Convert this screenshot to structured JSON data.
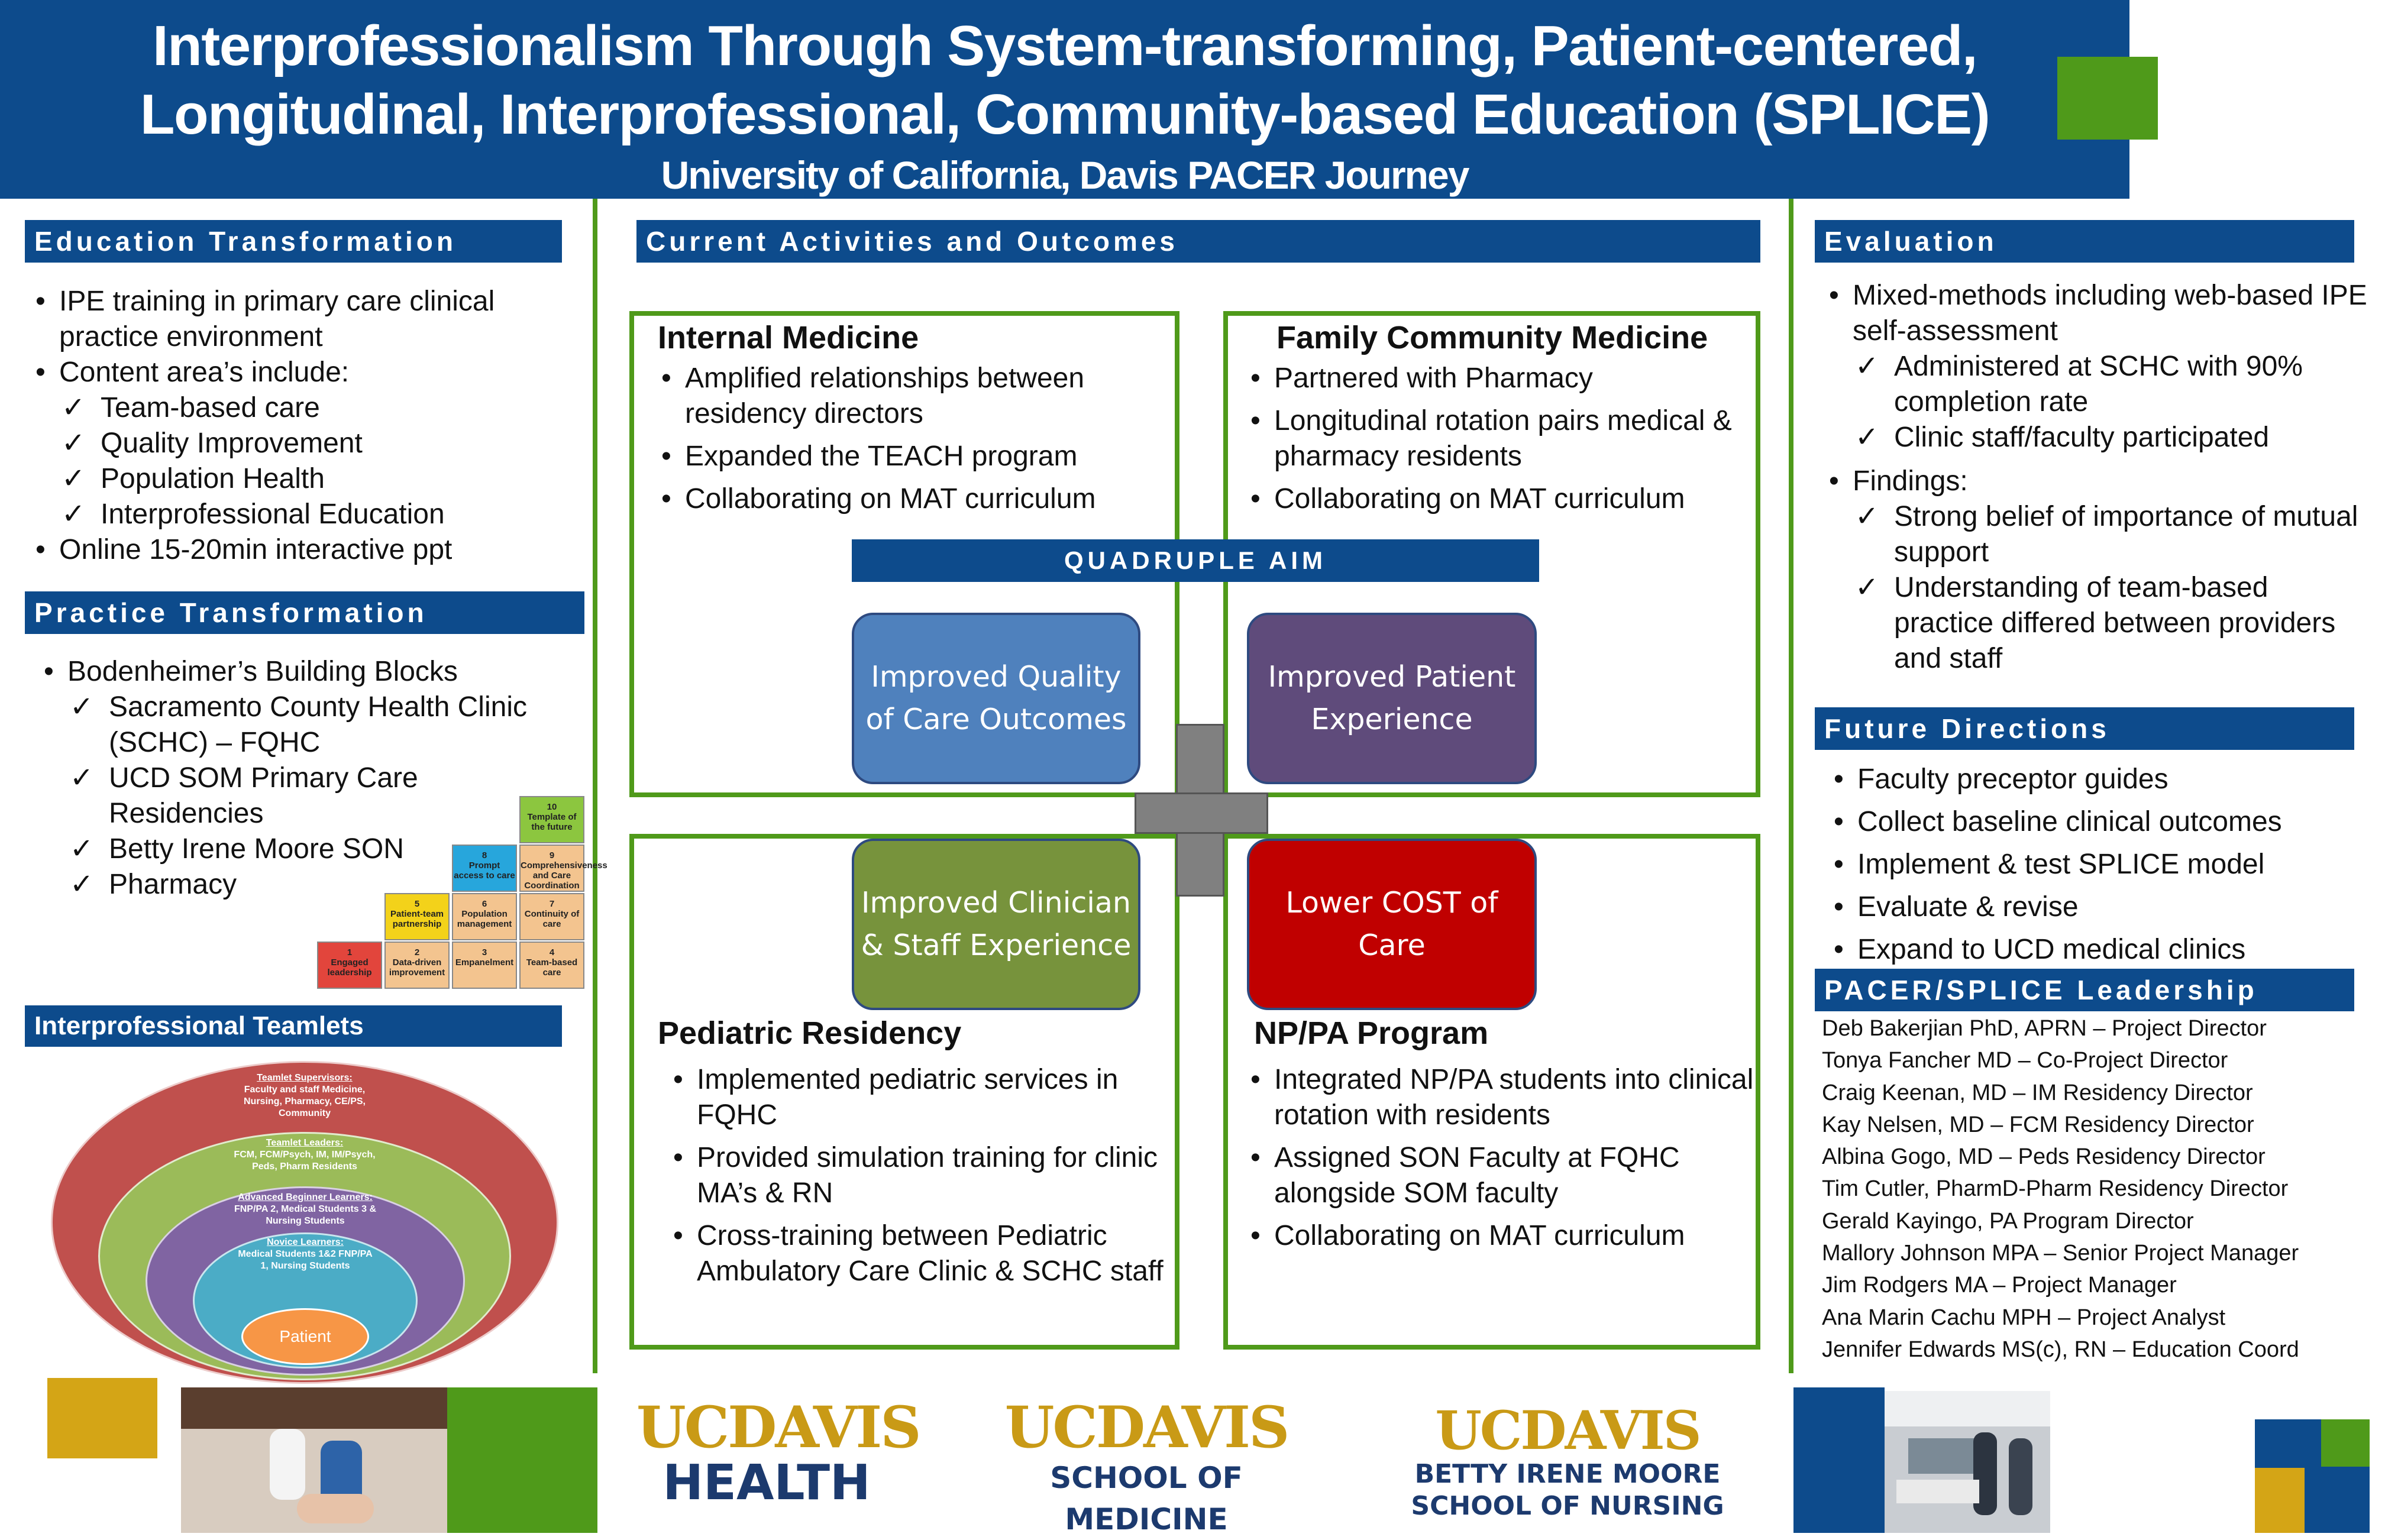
{
  "title": {
    "line1": "Interprofessionalism Through System-transforming, Patient-centered,",
    "line2": "Longitudinal, Interprofessional, Community-based Education (SPLICE)",
    "subtitle": "University of California, Davis PACER Journey"
  },
  "left": {
    "education": {
      "heading": "Education Transformation",
      "items": [
        {
          "type": "bullet",
          "text": "IPE training in primary care clinical practice environment"
        },
        {
          "type": "bullet",
          "text": "Content area’s include:"
        },
        {
          "type": "check",
          "text": "Team-based care"
        },
        {
          "type": "check",
          "text": "Quality Improvement"
        },
        {
          "type": "check",
          "text": "Population Health"
        },
        {
          "type": "check",
          "text": "Interprofessional Education"
        },
        {
          "type": "bullet",
          "text": "Online 15-20min interactive ppt"
        }
      ]
    },
    "practice": {
      "heading": "Practice Transformation",
      "items": [
        {
          "type": "bullet",
          "text": "Bodenheimer’s Building Blocks"
        },
        {
          "type": "check",
          "text": "Sacramento County Health Clinic (SCHC) – FQHC"
        },
        {
          "type": "check",
          "text": "UCD SOM Primary Care Residencies"
        },
        {
          "type": "check",
          "text": "Betty Irene Moore SON"
        },
        {
          "type": "check",
          "text": "Pharmacy"
        }
      ],
      "blocks": [
        {
          "num": "1",
          "label": "Engaged leadership",
          "color": "#e2453c"
        },
        {
          "num": "2",
          "label": "Data-driven improvement",
          "color": "#f3c48f"
        },
        {
          "num": "3",
          "label": "Empanelment",
          "color": "#f3c48f"
        },
        {
          "num": "4",
          "label": "Team-based care",
          "color": "#f3c48f"
        },
        {
          "num": "5",
          "label": "Patient-team partnership",
          "color": "#f3d21a"
        },
        {
          "num": "6",
          "label": "Population management",
          "color": "#f3c48f"
        },
        {
          "num": "7",
          "label": "Continuity of care",
          "color": "#f3c48f"
        },
        {
          "num": "8",
          "label": "Prompt access to care",
          "color": "#27a6dc"
        },
        {
          "num": "9",
          "label": "Comprehensiveness and Care Coordination",
          "color": "#f3c48f"
        },
        {
          "num": "10",
          "label": "Template of the future",
          "color": "#8cc63f"
        }
      ]
    },
    "teamlets": {
      "heading": "Interprofessional Teamlets",
      "rings": [
        {
          "title": "Teamlet Supervisors:",
          "text": "Faculty and staff Medicine, Nursing, Pharmacy, CE/PS, Community",
          "color": "#c0504d"
        },
        {
          "title": "Teamlet Leaders:",
          "text": "FCM, FCM/Psych, IM, IM/Psych, Peds, Pharm Residents",
          "color": "#9bbb59"
        },
        {
          "title": "Advanced Beginner Learners:",
          "text": "FNP/PA 2, Medical Students 3 & Nursing Students",
          "color": "#8064a2"
        },
        {
          "title": "Novice Learners:",
          "text": "Medical Students 1&2 FNP/PA 1, Nursing Students",
          "color": "#4bacc6"
        }
      ],
      "center": "Patient",
      "center_color": "#f79646"
    }
  },
  "middle": {
    "heading": "Current Activities and Outcomes",
    "im": {
      "title": "Internal Medicine",
      "items": [
        "Amplified relationships between residency directors",
        "Expanded the TEACH program",
        "Collaborating on MAT curriculum"
      ]
    },
    "fcm": {
      "title": "Family Community Medicine",
      "items": [
        "Partnered with Pharmacy",
        "Longitudinal rotation pairs medical & pharmacy residents",
        "Collaborating on MAT curriculum"
      ]
    },
    "peds": {
      "title": "Pediatric Residency",
      "items": [
        "Implemented pediatric services in FQHC",
        "Provided simulation training for clinic MA’s & RN",
        "Cross-training between Pediatric Ambulatory Care Clinic & SCHC staff"
      ]
    },
    "np": {
      "title": "NP/PA Program",
      "items": [
        "Integrated NP/PA students into clinical rotation with residents",
        "Assigned SON Faculty at FQHC alongside SOM faculty",
        "Collaborating on MAT curriculum"
      ]
    },
    "quad": {
      "heading": "QUADRUPLE AIM",
      "aims": [
        {
          "text": "Improved Quality of Care Outcomes",
          "color": "#4f81bd"
        },
        {
          "text": "Improved Patient Experience",
          "color": "#5f4b7b"
        },
        {
          "text": "Improved Clinician & Staff Experience",
          "color": "#77933c"
        },
        {
          "text": "Lower COST of Care",
          "color": "#c00000"
        }
      ]
    }
  },
  "right": {
    "evaluation": {
      "heading": "Evaluation",
      "items": [
        {
          "type": "bullet",
          "text": "Mixed-methods including web-based IPE self-assessment"
        },
        {
          "type": "check",
          "text": "Administered at SCHC with 90% completion rate"
        },
        {
          "type": "check",
          "text": "Clinic staff/faculty participated"
        },
        {
          "type": "bullet",
          "text": "Findings:"
        },
        {
          "type": "check",
          "text": "Strong belief of importance of mutual support"
        },
        {
          "type": "check",
          "text": "Understanding of team-based practice differed between providers and staff"
        }
      ]
    },
    "future": {
      "heading": "Future Directions",
      "items": [
        "Faculty preceptor guides",
        "Collect baseline clinical outcomes",
        "Implement & test SPLICE model",
        "Evaluate & revise",
        "Expand to UCD medical clinics"
      ]
    },
    "leadership": {
      "heading": "PACER/SPLICE Leadership",
      "people": [
        "Deb Bakerjian PhD, APRN – Project Director",
        "Tonya Fancher MD – Co-Project Director",
        "Craig Keenan, MD – IM Residency Director",
        "Kay Nelsen, MD – FCM Residency Director",
        "Albina Gogo, MD – Peds Residency Director",
        "Tim Cutler, PharmD-Pharm Residency Director",
        "Gerald Kayingo, PA Program Director",
        "Mallory Johnson MPA – Senior Project Manager",
        "Jim Rodgers MA – Project Manager",
        "Ana Marin Cachu MPH – Project Analyst",
        "Jennifer Edwards MS(c), RN – Education Coord"
      ]
    }
  },
  "logos": [
    {
      "uc": "UCDAVIS",
      "line1": "HEALTH",
      "line2": ""
    },
    {
      "uc": "UCDAVIS",
      "line1": "SCHOOL OF MEDICINE",
      "line2": ""
    },
    {
      "uc": "UCDAVIS",
      "line1": "BETTY IRENE MOORE",
      "line2": "SCHOOL OF NURSING"
    }
  ],
  "colors": {
    "navy": "#0d4b8c",
    "green": "#4f9a1a",
    "gold": "#d4a516"
  }
}
